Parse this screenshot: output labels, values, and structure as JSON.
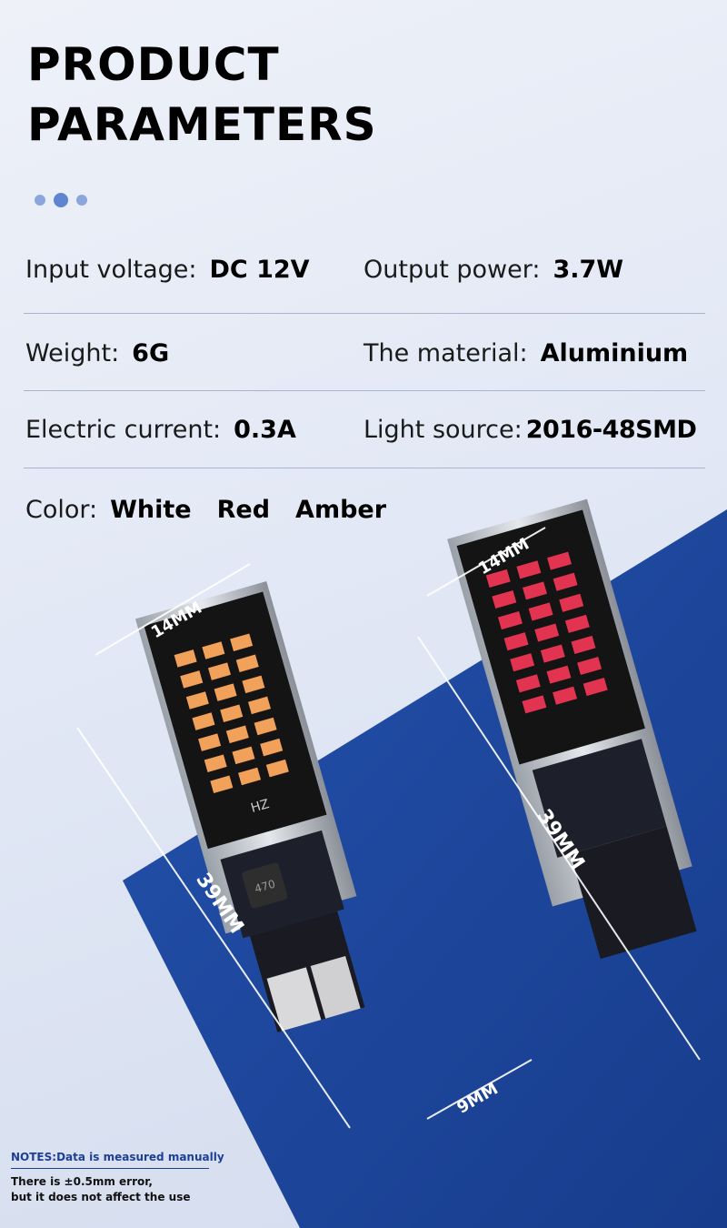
{
  "header": {
    "title_line1": "PRODUCT",
    "title_line2": "PARAMETERS"
  },
  "params": {
    "input_voltage": {
      "label": "Input voltage:",
      "value": "DC 12V"
    },
    "output_power": {
      "label": "Output power:",
      "value": "3.7W"
    },
    "weight": {
      "label": "Weight:",
      "value": "6G"
    },
    "material": {
      "label": "The material:",
      "value": "Aluminium"
    },
    "current": {
      "label": "Electric current:",
      "value": "0.3A"
    },
    "light_source": {
      "label": "Light source:",
      "value": "2016-48SMD"
    },
    "color": {
      "label": "Color:",
      "options": [
        "White",
        "Red",
        "Amber"
      ]
    }
  },
  "dimensions": {
    "width": "14MM",
    "length": "39MM",
    "base": "9MM"
  },
  "board_marks": {
    "model": "HZ",
    "inductor": "470"
  },
  "notes": {
    "title": "NOTES:Data is measured manually",
    "line1": "There is ±0.5mm error,",
    "line2": "but it does not affect the use"
  },
  "colors": {
    "accent_blue": "#1f4a9e",
    "amber_led": "#f2a15a",
    "red_led": "#e23350"
  }
}
